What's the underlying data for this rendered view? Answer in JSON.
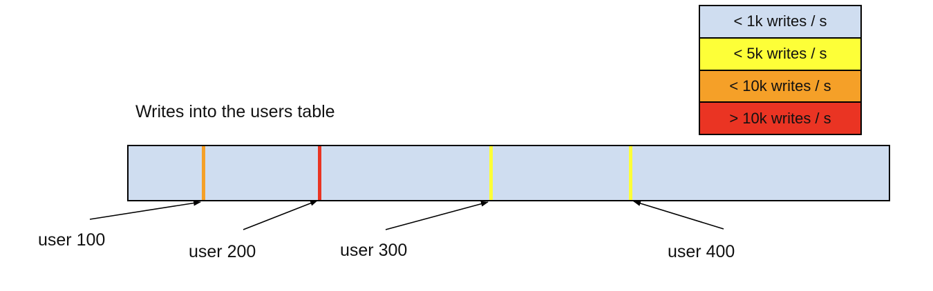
{
  "title": "Writes into the users table",
  "legend": {
    "items": [
      {
        "label": "< 1k writes / s",
        "color": "#cfddf0"
      },
      {
        "label": "< 5k writes / s",
        "color": "#fdff38"
      },
      {
        "label": "< 10k writes / s",
        "color": "#f5a028"
      },
      {
        "label": "> 10k writes / s",
        "color": "#ea3423"
      }
    ]
  },
  "table_bar": {
    "fill": "#cfddf0",
    "outline_color": "#000000",
    "markers": [
      {
        "user": "user 100",
        "write_rate": "< 10k writes / s",
        "color": "#f5a028",
        "x_percent": 10.0
      },
      {
        "user": "user 200",
        "write_rate": "> 10k writes / s",
        "color": "#ea3423",
        "x_percent": 25.3
      },
      {
        "user": "user 300",
        "write_rate": "< 5k writes / s",
        "color": "#fdff38",
        "x_percent": 47.8
      },
      {
        "user": "user 400",
        "write_rate": "< 5k writes / s",
        "color": "#fdff38",
        "x_percent": 66.1
      }
    ]
  }
}
